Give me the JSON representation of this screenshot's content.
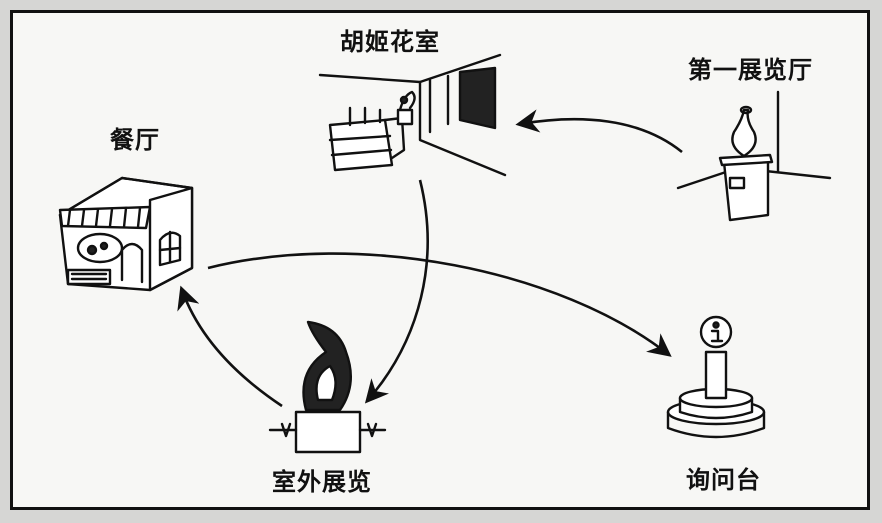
{
  "locations": {
    "restaurant": "餐厅",
    "cafe": "胡姬花室",
    "hall_one": "第一展览厅",
    "outdoor": "室外展览",
    "info_desk": "询问台"
  },
  "routes": [
    {
      "from": "第一展览厅",
      "to": "胡姬花室"
    },
    {
      "from": "胡姬花室",
      "to": "室外展览"
    },
    {
      "from": "室外展览",
      "to": "餐厅"
    },
    {
      "from": "餐厅",
      "to": "询问台"
    }
  ],
  "colors": {
    "ink": "#111111",
    "paper": "#f7f7f5"
  }
}
